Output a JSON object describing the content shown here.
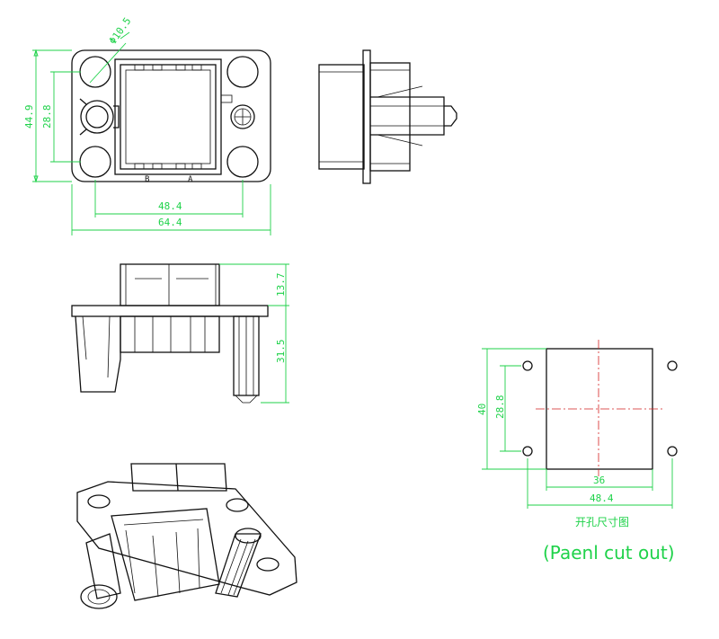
{
  "top_view": {
    "hole_dia": "Φ10.5",
    "height": "44.9",
    "hole_spacing_v": "28.8",
    "inner_width": "48.4",
    "total_width": "64.4",
    "label_b": "B",
    "label_a": "A"
  },
  "side_view": {
    "upper_height": "13.7",
    "lower_height": "31.5"
  },
  "cutout": {
    "height": "40",
    "hole_spacing_v": "28.8",
    "width": "36",
    "hole_spacing_h": "48.4",
    "title_cn": "开孔尺寸图",
    "title_en": "(Paenl cut out)"
  },
  "colors": {
    "line": "#111111",
    "dimension": "#1fd24a",
    "centerline": "#d42020"
  }
}
